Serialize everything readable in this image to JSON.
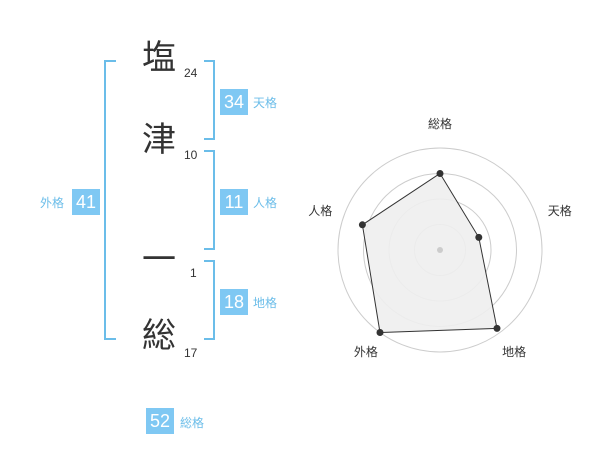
{
  "name": {
    "chars": [
      {
        "char": "塩",
        "strokes": "24"
      },
      {
        "char": "津",
        "strokes": "10"
      },
      {
        "char": "一",
        "strokes": "1"
      },
      {
        "char": "総",
        "strokes": "17"
      }
    ]
  },
  "fortune": {
    "tenkaku": {
      "value": "34",
      "label": "天格"
    },
    "jinkaku": {
      "value": "11",
      "label": "人格"
    },
    "chikaku": {
      "value": "18",
      "label": "地格"
    },
    "gaikaku": {
      "value": "41",
      "label": "外格"
    },
    "soukaku": {
      "value": "52",
      "label": "総格"
    }
  },
  "chart_data": {
    "type": "radar",
    "axes": [
      "総格",
      "天格",
      "地格",
      "外格",
      "人格"
    ],
    "values": [
      0.75,
      0.4,
      0.95,
      1.0,
      0.8
    ],
    "range": [
      0,
      1
    ],
    "rings": 4,
    "colors": {
      "fill": "#eeeeee",
      "line": "#333333",
      "ring": "#cccccc",
      "center": "#cccccc"
    }
  }
}
